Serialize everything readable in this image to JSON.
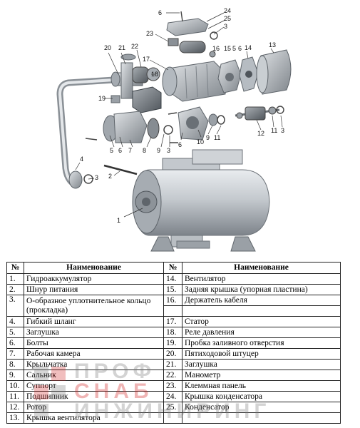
{
  "callouts": [
    "1",
    "2",
    "3",
    "4",
    "5",
    "6",
    "7",
    "8",
    "9",
    "10",
    "11",
    "12",
    "13",
    "14",
    "15",
    "16",
    "17",
    "18",
    "19",
    "20",
    "21",
    "22",
    "23",
    "24",
    "25"
  ],
  "callouts_extra": {
    "n3a": "3",
    "n3b": "3",
    "n3c": "3",
    "n6a": "6",
    "n6b": "6",
    "n6c": "6",
    "n5b": "5",
    "n9b": "9",
    "n11b": "11"
  },
  "table": {
    "headers": [
      "№",
      "Наименование",
      "№",
      "Наименование"
    ],
    "left_rows": [
      [
        "1.",
        "Гидроаккумулятор"
      ],
      [
        "2.",
        "Шнур питания"
      ],
      [
        "3.",
        "О-образное уплотнительное кольцо (прокладка)"
      ],
      [
        "4.",
        "Гибкий шланг"
      ],
      [
        "5.",
        "Заглушка"
      ],
      [
        "6.",
        "Болты"
      ],
      [
        "7.",
        "Рабочая камера"
      ],
      [
        "8.",
        "Крыльчатка"
      ],
      [
        "9.",
        "Сальник"
      ],
      [
        "10.",
        "Суппорт"
      ],
      [
        "11.",
        "Подшипник"
      ],
      [
        "12.",
        "Ротор"
      ],
      [
        "13.",
        "Крышка вентилятора"
      ]
    ],
    "right_rows": [
      [
        "14.",
        "Вентилятор"
      ],
      [
        "15.",
        "Задняя крышка (упорная пластина)"
      ],
      [
        "16.",
        "Держатель кабеля"
      ],
      [
        "",
        ""
      ],
      [
        "17.",
        "Статор"
      ],
      [
        "18.",
        "Реле давления"
      ],
      [
        "19.",
        "Пробка заливного отверстия"
      ],
      [
        "20.",
        "Пятиходовой штуцер"
      ],
      [
        "21.",
        "Заглушка"
      ],
      [
        "22.",
        "Манометр"
      ],
      [
        "23.",
        "Клеммная панель"
      ],
      [
        "24.",
        "Крышка конденсатора"
      ],
      [
        "25.",
        "Конденсатор"
      ]
    ]
  },
  "watermark": {
    "line1": "ПРОФ",
    "line2": "СНАБ",
    "line3": "ИНЖИНИРИНГ"
  }
}
